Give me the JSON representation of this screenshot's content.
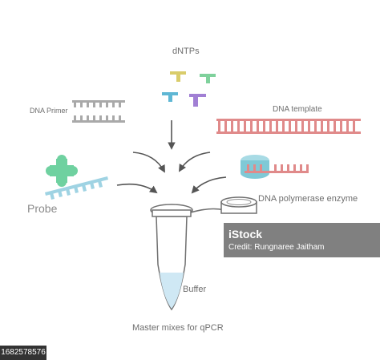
{
  "labels": {
    "dntps": "dNTPs",
    "dna_primer": "DNA Primer",
    "dna_template": "DNA template",
    "probe": "Probe",
    "dna_polymerase": "DNA polymerase enzyme",
    "buffer": "Buffer",
    "master_mix": "Master mixes for qPCR"
  },
  "watermark": {
    "logo": "iStock",
    "credit": "Credit: Rungnaree Jaitham"
  },
  "image_id": "1682578576",
  "colors": {
    "text": "#6e6e6e",
    "primer": "#a9a9a9",
    "template": "#e08a8a",
    "probe_strand": "#9fd3e3",
    "probe_fluorophore": "#6fd1a0",
    "polymerase": "#7fc9d6",
    "dntp_yellow": "#d9cc6a",
    "dntp_green": "#7fd19c",
    "dntp_blue": "#5fb7d4",
    "dntp_purple": "#a17fd4",
    "buffer": "#cfe8f4",
    "arrow": "#555555"
  }
}
